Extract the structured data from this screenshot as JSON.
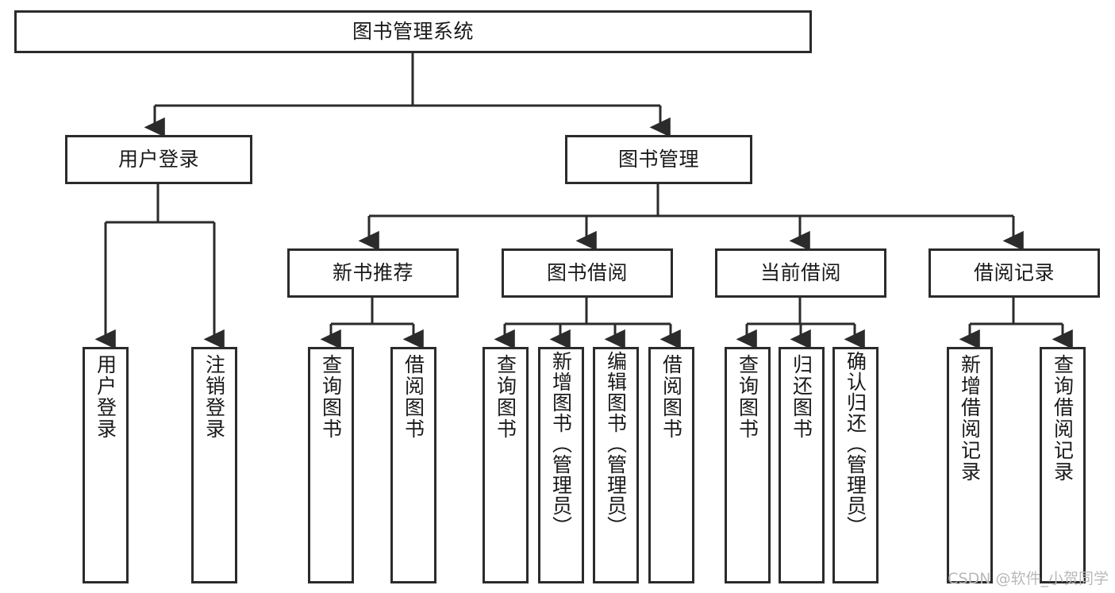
{
  "diagram": {
    "type": "tree-hierarchy",
    "title": "图书管理系统",
    "orientation": "top-down",
    "colors": {
      "box_border": "#2b2b2b",
      "box_fill": "#ffffff",
      "connector": "#2b2b2b",
      "text": "#1a1a1a",
      "watermark": "#b9b9b9",
      "background": "#ffffff"
    },
    "root": {
      "id": "root",
      "label": "图书管理系统"
    },
    "level2": [
      {
        "id": "user-login",
        "label": "用户登录"
      },
      {
        "id": "book-manage",
        "label": "图书管理"
      }
    ],
    "level3": [
      {
        "id": "new-book-recommend",
        "label": "新书推荐",
        "parent": "book-manage"
      },
      {
        "id": "book-borrow",
        "label": "图书借阅",
        "parent": "book-manage"
      },
      {
        "id": "current-borrow",
        "label": "当前借阅",
        "parent": "book-manage"
      },
      {
        "id": "borrow-record",
        "label": "借阅记录",
        "parent": "book-manage"
      }
    ],
    "leaves": {
      "user_login": [
        {
          "id": "leaf-user-login",
          "label": "用户登录"
        },
        {
          "id": "leaf-logout-login",
          "label": "注销登录"
        }
      ],
      "new_book_recommend": [
        {
          "id": "leaf-query-book-1",
          "label": "查询图书"
        },
        {
          "id": "leaf-borrow-book-1",
          "label": "借阅图书"
        }
      ],
      "book_borrow": [
        {
          "id": "leaf-query-book-2",
          "label": "查询图书"
        },
        {
          "id": "leaf-add-book",
          "label": "新增图书（管理员）"
        },
        {
          "id": "leaf-edit-book",
          "label": "编辑图书（管理员）"
        },
        {
          "id": "leaf-borrow-book-2",
          "label": "借阅图书"
        }
      ],
      "current_borrow": [
        {
          "id": "leaf-query-book-3",
          "label": "查询图书"
        },
        {
          "id": "leaf-return-book",
          "label": "归还图书"
        },
        {
          "id": "leaf-confirm-return",
          "label": "确认归还（管理员）"
        }
      ],
      "borrow_record": [
        {
          "id": "leaf-add-record",
          "label": "新增借阅记录"
        },
        {
          "id": "leaf-query-record",
          "label": "查询借阅记录"
        }
      ]
    }
  },
  "watermark": {
    "text": "CSDN @软件_小贺同学"
  }
}
